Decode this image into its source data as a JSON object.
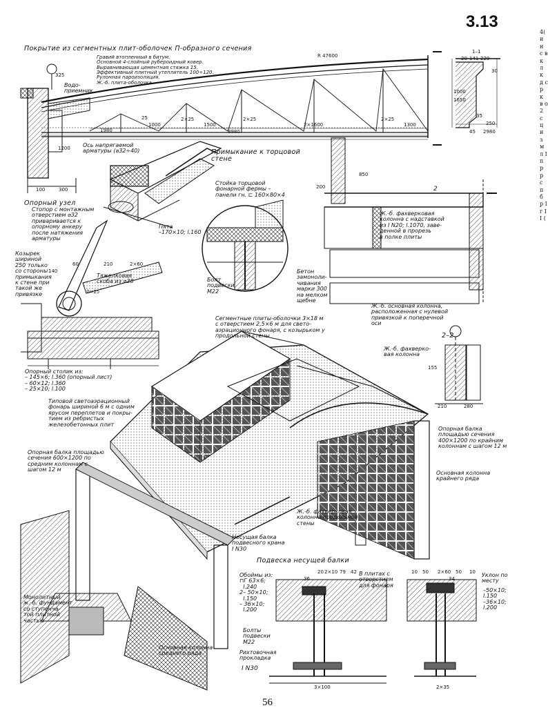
{
  "sheet_number": "3.13",
  "page_number": "56",
  "main_title": "Покрытие из сегментных плит-оболочек П-образного сечения",
  "layers_note": "Гравий втопленный в битум.\nОсновной 4-слойный рубероидный ковер.\nВыравнивающая цементная стяжка 15.\nЭффективный плитный утеплитель 100÷120.\nРулонная пароизоляция.\nЖ.-б. плита-оболочка",
  "radius": "R 47600",
  "vodopriemnik": "Водо-\nприемник",
  "dim_325": "325",
  "dims_top": [
    "1980",
    "1000",
    "2×25",
    "1500",
    "2×25",
    "2×1600",
    "2×25",
    "1300"
  ],
  "dim_total": "8980",
  "dim_25": "25",
  "dim_1200": "1200",
  "dims_bottom": [
    "100",
    "300"
  ],
  "axis_note": "Ось напрягаемой\nарматуры (⌀32÷40)",
  "section_1_1": "1–1",
  "dims_1_1": [
    "20",
    "141",
    "229",
    "30",
    "1000",
    "1650",
    "35",
    "250",
    "45",
    "2980"
  ],
  "opornyi_uzel": "Опорный узел",
  "stopor_note": "Стопор с монтажным\nотверстием ⌀32\nприваривается к\nопорному анкеру\nпосле натяжения\nарматуры",
  "plate_note": "Пята\n–170×10; l.160",
  "kozyrek_note": "Козырек\nшириной\n250 только\nсо стороны\nпримыкания\nк стене при\nтакой же\nпривязке",
  "skoba_note": "Тяжелковая\nскоба из ⌀28",
  "dims_uzel": [
    "60",
    "210",
    "2×60",
    "140",
    "2×25"
  ],
  "stolik_note": "Опорный столик из:\n– 145×6; l.360 (опорный лист)\n– 60×12; l.360\n– 25×10; l.100",
  "primykanie_title": "Примыкание к торцовой\nстене",
  "stoika_note": "Стойка торцовой\nфонарной фермы –\nпанели гн. ⊏ 160×80×4",
  "bolt_note": "Болт\nподвески\nМ22",
  "beton_note": "Бетон\nзамоноли-\nчивания\nмарки 300\nна мелком\nщебне",
  "dims_prim": [
    "200",
    "850",
    "2"
  ],
  "fachverk_note": "Ж.-б. фахверковая\nколонна с надставкой\nиз I N20; l.1070, заве-\nденной в прорезь\nв полке плиты",
  "osn_kolonna_note": "Ж.-б. основная колонна,\nрасположенная с нулевой\nпривязкой к поперечной\nоси",
  "section_2_2": "2–2",
  "fachverk_2_note": "Ж.-б. фахверко-\nвая колонна",
  "dims_2_2": [
    "155",
    "210",
    "280"
  ],
  "plity_note": "Сегментные плиты-оболочки 3×18 м\nс отверстием 2,5×6 м для свето-\nаэрационного фонаря, с козырьком у\nпродольной стены",
  "fonar_note": "Типовой светоаэрационный\nфонарь шириной 6 м с одним\nярусом переплетов и покры-\nтием из ребристых\nжелезобетонных плит",
  "balka_sred_note": "Опорная балка площадью\nсечения 600×1200 по\nсредним колоннам с\nшагом 12 м",
  "balka_kr_note": "Опорная балка\nплощадью сечения\n400×1200 по крайним\nколоннам с шагом 12 м",
  "kolonna_kr_note": "Основная колонна\nкрайнего ряда",
  "fachverk_prod_note": "Ж.-б. фахверковая\nколонна продольной\nстены",
  "nesushaya_note": "Несущая балка\nподвесного крана\nI N30",
  "fundament_note": "Монолитный\nж.-б. фундамент\nсо ступенча-\nтой плитной\nчастью",
  "kolonna_sred_note": "Основная колонна\nсреднего ряда",
  "podveska_title": "Подвеска несущей балки",
  "oboimy_note": "Обоймы из:\n⊓Г 63×6;\n  l.240\n2– 50×10;\n  l.150\n– 36×10;\n  l.200",
  "bolty_note": "Болты\nподвески\nМ22",
  "prokladka_note": "Рихтовочная\nпрокладка",
  "i30_note": "I N30",
  "otverstie_note": "В плитах с\nотверстием\nдля фонаря",
  "uklon_note": "Уклон по\nместу",
  "right_notes": "–50×10;\nl.150\n–36×10;\nl.200",
  "dims_podveska": [
    "20",
    "2×10",
    "79",
    "42",
    "36",
    "3×100",
    "10",
    "50",
    "2×60",
    "50",
    "10",
    "34",
    "2×35"
  ],
  "edge_text": "4(\nи\nн\nc\nв\nк\nл\nк\nд\n\nс\n\n\nр\nк\nв\n\nо\n\n2\nс\n\nц\nи\nз\nм\n\nл\nI\nп\nр\nр\nс\nп\n\nб\nр\nI\n\nг\nI\nI\n("
}
